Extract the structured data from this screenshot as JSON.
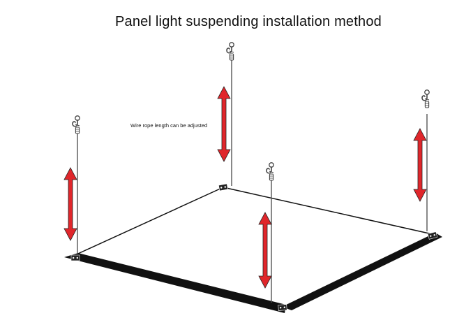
{
  "title": "Panel light suspending installation method",
  "annotation": "Wire rope length can be adjusted",
  "colors": {
    "arrow": "#e0262b",
    "arrow_outline": "#222222",
    "frame": "#111111",
    "wire": "#555555",
    "hook": "#444444"
  },
  "components": {
    "hanger_count": 4,
    "arrow_count": 4,
    "icon_names": [
      "ceiling-hook-icon",
      "wire-rope",
      "double-arrow-icon",
      "panel-frame"
    ]
  }
}
